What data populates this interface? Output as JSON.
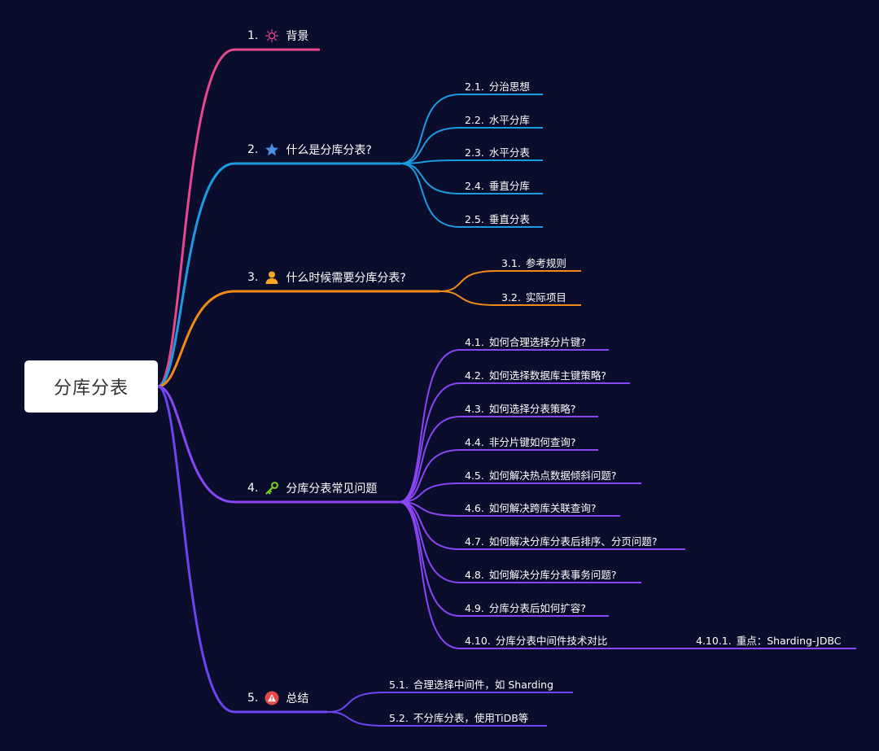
{
  "root": "分库分表",
  "colors": {
    "background": "#0b0d2c",
    "pink": "#e8488f",
    "blue": "#1d9be2",
    "orange": "#f28a1b",
    "purple": "#8a45f5",
    "violet": "#6b45f0"
  },
  "branches": [
    {
      "num": "1.",
      "text": "背景",
      "icon": "lightbulb-icon",
      "color": "#e8488f",
      "children": []
    },
    {
      "num": "2.",
      "text": "什么是分库分表?",
      "icon": "star-icon",
      "color": "#1d9be2",
      "children": [
        {
          "num": "2.1.",
          "text": "分治思想"
        },
        {
          "num": "2.2.",
          "text": "水平分库"
        },
        {
          "num": "2.3.",
          "text": "水平分表"
        },
        {
          "num": "2.4.",
          "text": "垂直分库"
        },
        {
          "num": "2.5.",
          "text": "垂直分表"
        }
      ]
    },
    {
      "num": "3.",
      "text": "什么时候需要分库分表?",
      "icon": "person-icon",
      "color": "#f28a1b",
      "children": [
        {
          "num": "3.1.",
          "text": "参考规则"
        },
        {
          "num": "3.2.",
          "text": "实际项目"
        }
      ]
    },
    {
      "num": "4.",
      "text": "分库分表常见问题",
      "icon": "key-icon",
      "color": "#8a45f5",
      "children": [
        {
          "num": "4.1.",
          "text": "如何合理选择分片键?"
        },
        {
          "num": "4.2.",
          "text": "如何选择数据库主键策略?"
        },
        {
          "num": "4.3.",
          "text": "如何选择分表策略?"
        },
        {
          "num": "4.4.",
          "text": "非分片键如何查询?"
        },
        {
          "num": "4.5.",
          "text": "如何解决热点数据倾斜问题?"
        },
        {
          "num": "4.6.",
          "text": "如何解决跨库关联查询?"
        },
        {
          "num": "4.7.",
          "text": "如何解决分库分表后排序、分页问题?"
        },
        {
          "num": "4.8.",
          "text": "如何解决分库分表事务问题?"
        },
        {
          "num": "4.9.",
          "text": "分库分表后如何扩容?"
        },
        {
          "num": "4.10.",
          "text": "分库分表中间件技术对比",
          "children": [
            {
              "num": "4.10.1.",
              "text": "重点：Sharding-JDBC"
            }
          ]
        }
      ]
    },
    {
      "num": "5.",
      "text": "总结",
      "icon": "warning-icon",
      "color": "#6b45f0",
      "children": [
        {
          "num": "5.1.",
          "text": "合理选择中间件，如 Sharding"
        },
        {
          "num": "5.2.",
          "text": "不分库分表，使用TiDB等"
        }
      ]
    }
  ]
}
